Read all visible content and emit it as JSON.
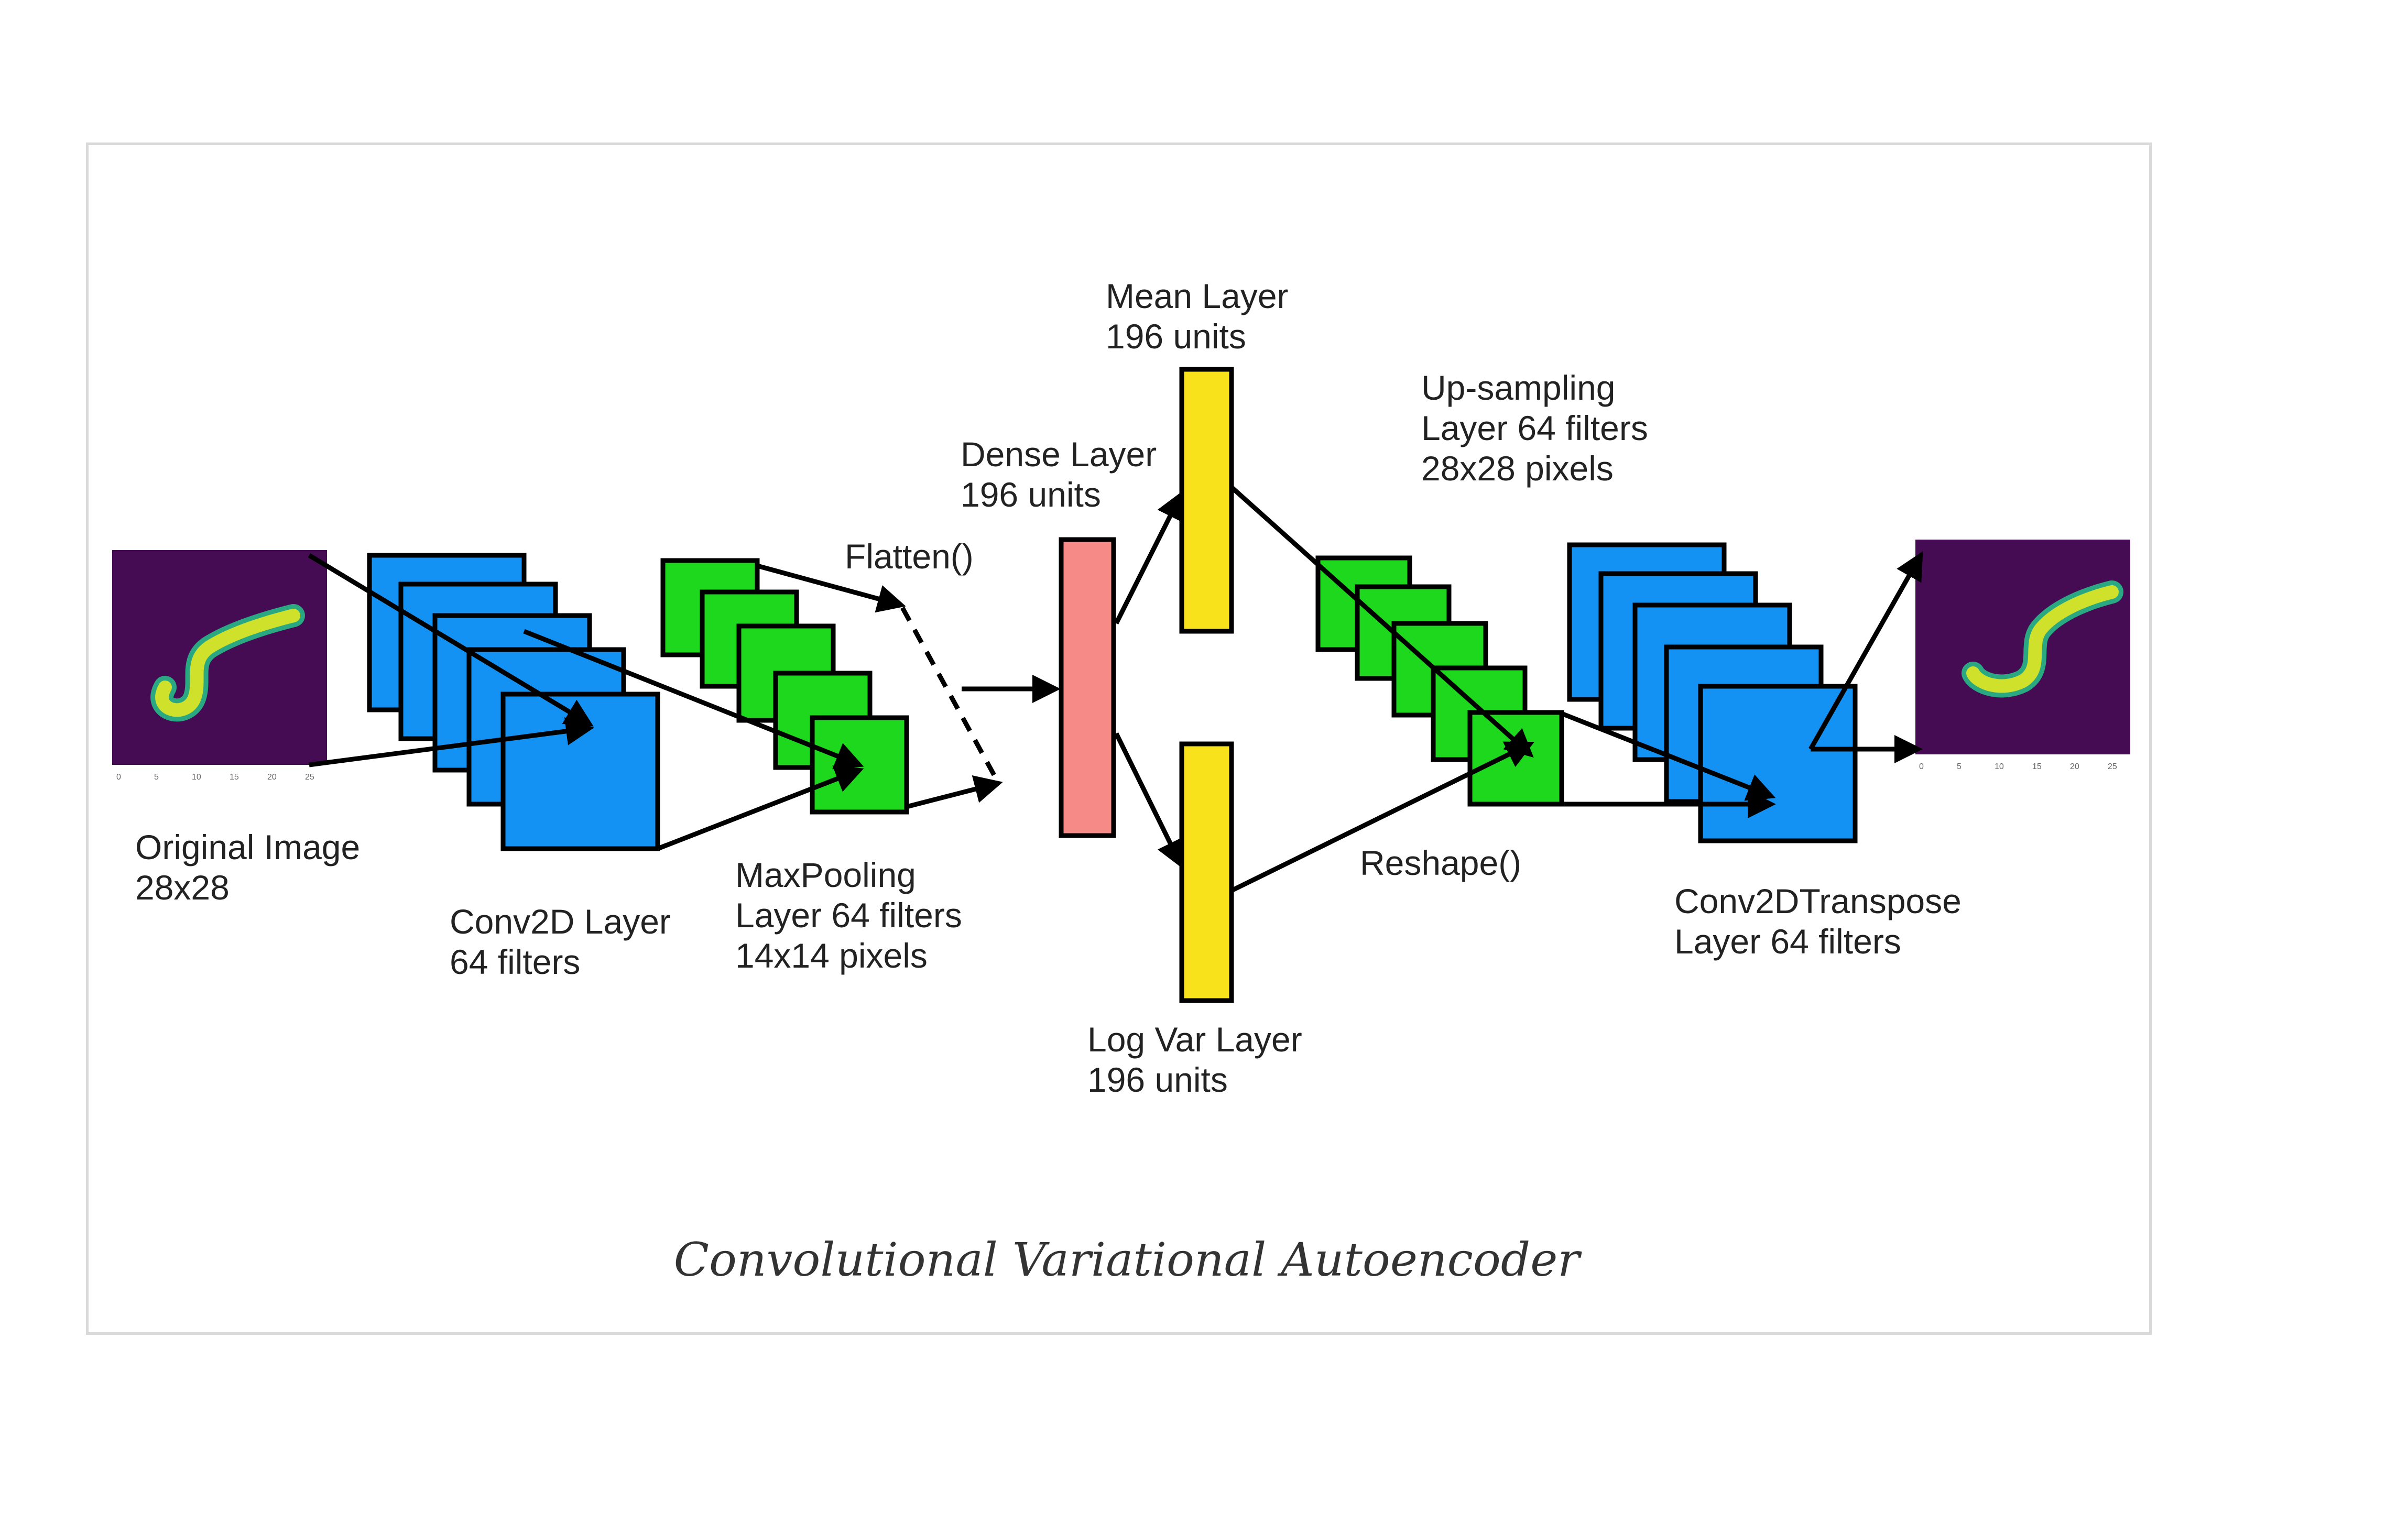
{
  "colors": {
    "conv": "#1492f3",
    "pool": "#1dd81d",
    "dense": "#f58a86",
    "latent": "#f8e21b",
    "digit_bg": "#450c54",
    "digit_stroke": "#cfe12a",
    "digit_edge": "#2aa881"
  },
  "labels": {
    "original_image": [
      "Original Image",
      "28x28"
    ],
    "conv2d": [
      "Conv2D Layer",
      "64 filters"
    ],
    "maxpooling": [
      "MaxPooling",
      "Layer 64 filters",
      "14x14 pixels"
    ],
    "flatten": "Flatten()",
    "dense": [
      "Dense Layer",
      "196 units"
    ],
    "mean": [
      "Mean Layer",
      "196 units"
    ],
    "logvar": [
      "Log Var Layer",
      "196 units"
    ],
    "upsampling": [
      "Up-sampling",
      "Layer 64 filters",
      "28x28 pixels"
    ],
    "reshape": "Reshape()",
    "conv2dtranspose": [
      "Conv2DTranspose",
      "Layer 64 filters"
    ]
  },
  "image_axis_ticks": [
    "0",
    "5",
    "10",
    "15",
    "20",
    "25"
  ],
  "caption": "Convolutional Variational Autoencoder"
}
